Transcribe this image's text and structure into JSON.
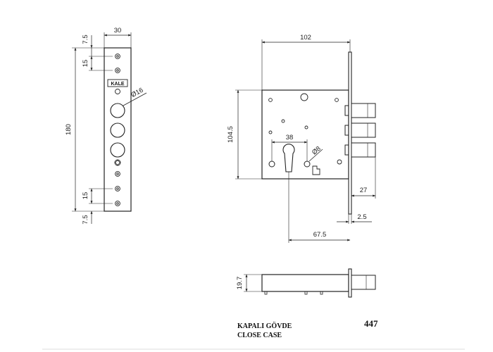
{
  "faceplate": {
    "width_label": "30",
    "height_label": "180",
    "top_gap_label": "7.5",
    "top_spacing_label": "15",
    "bottom_spacing_label": "15",
    "bottom_gap_label": "7.5",
    "hole_label": "Ø16",
    "logo": "KALE"
  },
  "side_view": {
    "width_label": "102",
    "height_label": "104.5",
    "cylinder_spacing_label": "38",
    "pin_label": "Ø8",
    "bolt_throw_label": "27",
    "plate_thickness_label": "2.5",
    "backset_label": "67.5"
  },
  "bottom_view": {
    "thickness_label": "19.7"
  },
  "caption": {
    "line1": "KAPALI GÖVDE",
    "line2": "CLOSE CASE",
    "model": "447"
  }
}
